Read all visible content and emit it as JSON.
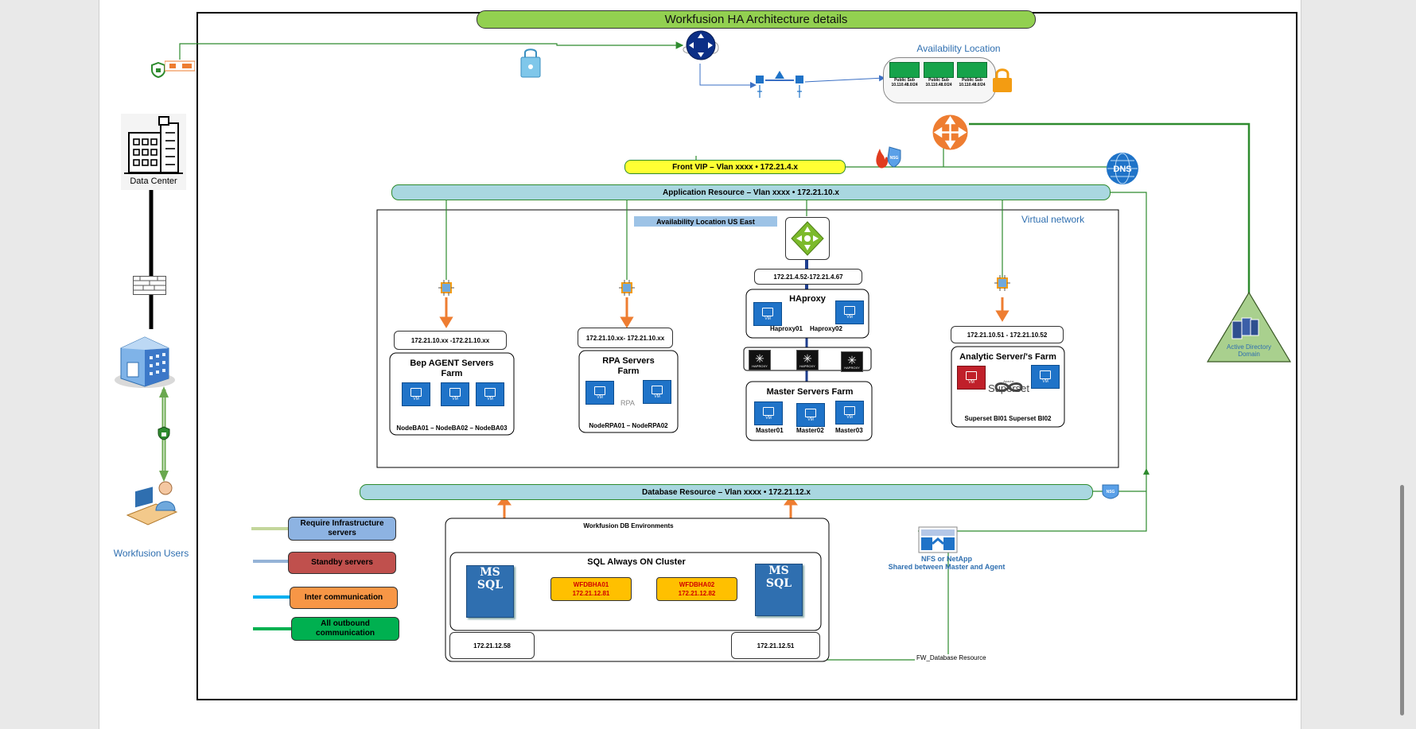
{
  "title": "Workfusion HA Architecture details",
  "availability_location": "Availability Location",
  "public_subnets": [
    {
      "label": "Public Sub",
      "cidr": "10.110.48.0/24"
    },
    {
      "label": "Public Sub",
      "cidr": "10.110.48.0/24"
    },
    {
      "label": "Public Sub",
      "cidr": "10.110.48.0/24"
    }
  ],
  "left": {
    "data_center": "Data Center",
    "users": "Workfusion Users"
  },
  "vlans": {
    "front": "Front VIP – Vlan xxxx • 172.21.4.x",
    "app": "Application Resource – Vlan xxxx • 172.21.10.x",
    "db": "Database Resource – Vlan xxxx • 172.21.12.x"
  },
  "dns": "DNS",
  "nsg": "NSG",
  "virtual_network": "Virtual network",
  "avail_us_east": "Availability Location US East",
  "haproxy": {
    "ip": "172.21.4.52-172.21.4.67",
    "title": "HAproxy",
    "nodes": [
      "Haproxy01",
      "Haproxy02"
    ],
    "lb_label": "HAPROXY"
  },
  "farms": {
    "bep": {
      "ip": "172.21.10.xx -172.21.10.xx",
      "title1": "Bep AGENT Servers",
      "title2": "Farm",
      "nodes": "NodeBA01  – NodeBA02  – NodeBA03"
    },
    "rpa": {
      "ip": "172.21.10.xx- 172.21.10.xx",
      "title1": "RPA Servers",
      "title2": "Farm",
      "nodes": "NodeRPA01 – NodeRPA02",
      "logo": "RPA"
    },
    "master": {
      "title": "Master Servers Farm",
      "nodes": [
        "Master01",
        "Master02",
        "Master03"
      ]
    },
    "analytic": {
      "ip": "172.21.10.51 - 172.21.10.52",
      "title": "Analytic Server/'s Farm",
      "nodes": "Superset BI01 Superset BI02",
      "logo": "Superset",
      "logo_sub": "Apache"
    }
  },
  "vm_label": "VM",
  "ad": {
    "line1": "Active Directory",
    "line2": "Domain"
  },
  "legend": [
    {
      "label": "Require Infrastructure servers",
      "fill": "#8db3e2",
      "line": "#c3d69b"
    },
    {
      "label": "Standby servers",
      "fill": "#c0504d",
      "line": "#95b3d7"
    },
    {
      "label": "Inter communication",
      "fill": "#f79646",
      "line": "#00b0f0"
    },
    {
      "label": "All outbound communication",
      "fill": "#00b050",
      "line": "#00b050"
    }
  ],
  "db_env": {
    "title": "Workfusion DB Environments",
    "cluster": "SQL Always ON Cluster",
    "mssql": "MS SQL",
    "nodes": [
      {
        "name": "WFDBHA01",
        "ip": "172.21.12.81"
      },
      {
        "name": "WFDBHA02",
        "ip": "172.21.12.82"
      }
    ],
    "ips": [
      "172.21.12.58",
      "172.21.12.51"
    ]
  },
  "nfs": {
    "line1": "NFS or NetApp",
    "line2": "Shared between Master and Agent"
  },
  "fw_db": "FW_Database Resource",
  "colors": {
    "green": "#2e8b2e",
    "vlan_blue": "#a9d7e0",
    "front_yellow": "#ffff33",
    "title_green": "#92d050",
    "orange": "#ee7d31",
    "azure_blue": "#1f73c8"
  }
}
